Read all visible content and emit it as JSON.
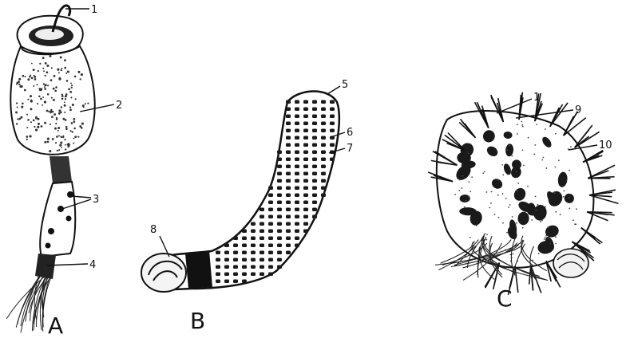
{
  "figure": {
    "panels": [
      {
        "letter": "A",
        "labels": [
          "1",
          "2",
          "3",
          "4"
        ]
      },
      {
        "letter": "B",
        "labels": [
          "5",
          "6",
          "7",
          "8"
        ]
      },
      {
        "letter": "C",
        "labels": [
          "1",
          "9",
          "10"
        ]
      }
    ]
  },
  "colors": {
    "ink": "#111111",
    "paper": "#ffffff",
    "stipple_fill": "#e9e9e9"
  }
}
